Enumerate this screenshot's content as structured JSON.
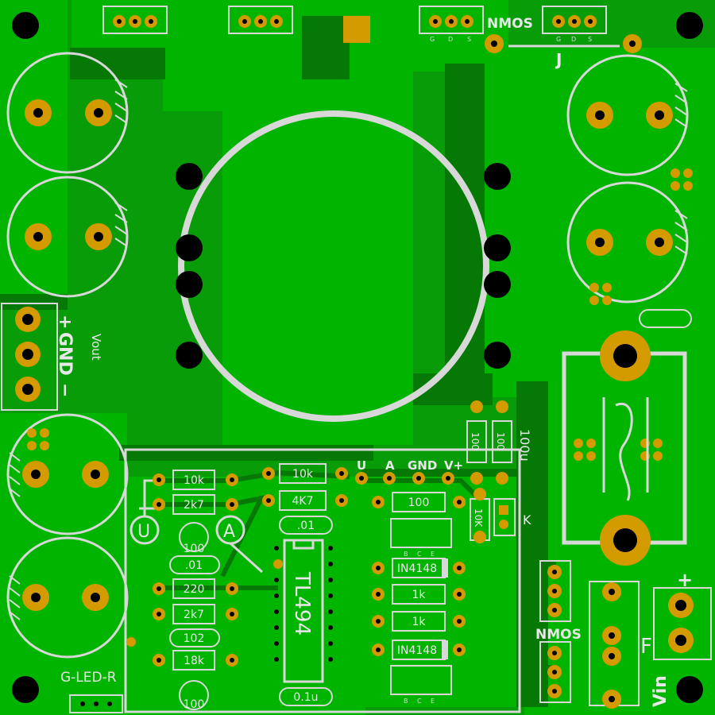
{
  "board": {
    "colors": {
      "substrate": "#089c08",
      "copper": "#00b400",
      "dark_copper": "#067806",
      "silk": "#d8d8d8",
      "pad": "#d39b00",
      "hole": "#000000"
    }
  },
  "labels": {
    "nmos_top": "NMOS",
    "nmos_mid": "NMOS",
    "gds": [
      "G",
      "D",
      "S"
    ],
    "jumper_top": "J",
    "vout": "Vout",
    "plus_left": "+",
    "gnd_left": "GND",
    "minus_left": "−",
    "u": "U",
    "a": "A",
    "gnd": "GND",
    "vplus": "V+",
    "u_circle": "U",
    "a_circle": "A",
    "k": "K",
    "f": "F",
    "vin": "Vin",
    "plus_right": "+",
    "g_led_r": "G-LED-R",
    "tl494": "TL494",
    "bce": [
      "B",
      "C",
      "E"
    ]
  },
  "components": {
    "r_10k_a": "10k",
    "r_2k7_a": "2k7",
    "cap_100_a": "100",
    "cap_01_a": ".01",
    "r_220": "220",
    "r_2k7_b": "2k7",
    "cap_102": "102",
    "r_18k": "18k",
    "cap_100_b": "100",
    "r_10k_b": "10k",
    "r_4k7": "4K7",
    "cap_01_b": ".01",
    "cap_01u": "0.1u",
    "r_100_right": "100",
    "diode_1": "IN4148",
    "r_1k_a": "1k",
    "r_1k_b": "1k",
    "diode_2": "IN4148",
    "r_100_v1": "100",
    "r_100_v2": "100",
    "cap_100u": "100u",
    "r_10k_v": "10K"
  }
}
